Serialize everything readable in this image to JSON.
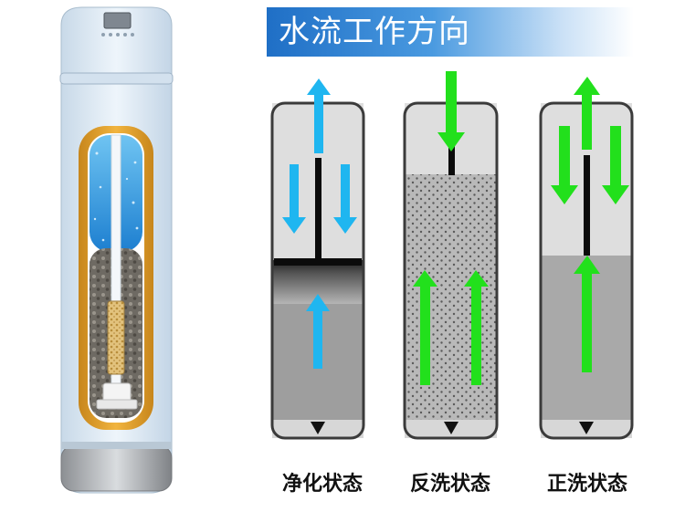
{
  "header": {
    "title": "水流工作方向"
  },
  "states": [
    {
      "label": "净化状态"
    },
    {
      "label": "反洗状态"
    },
    {
      "label": "正洗状态"
    }
  ],
  "colors": {
    "purify_arrow": "#1fb6f0",
    "wash_arrow": "#22e01c",
    "banner": "#1f6fc6",
    "tank_body": "#dfeaf4",
    "media": "#a9a9a9"
  }
}
